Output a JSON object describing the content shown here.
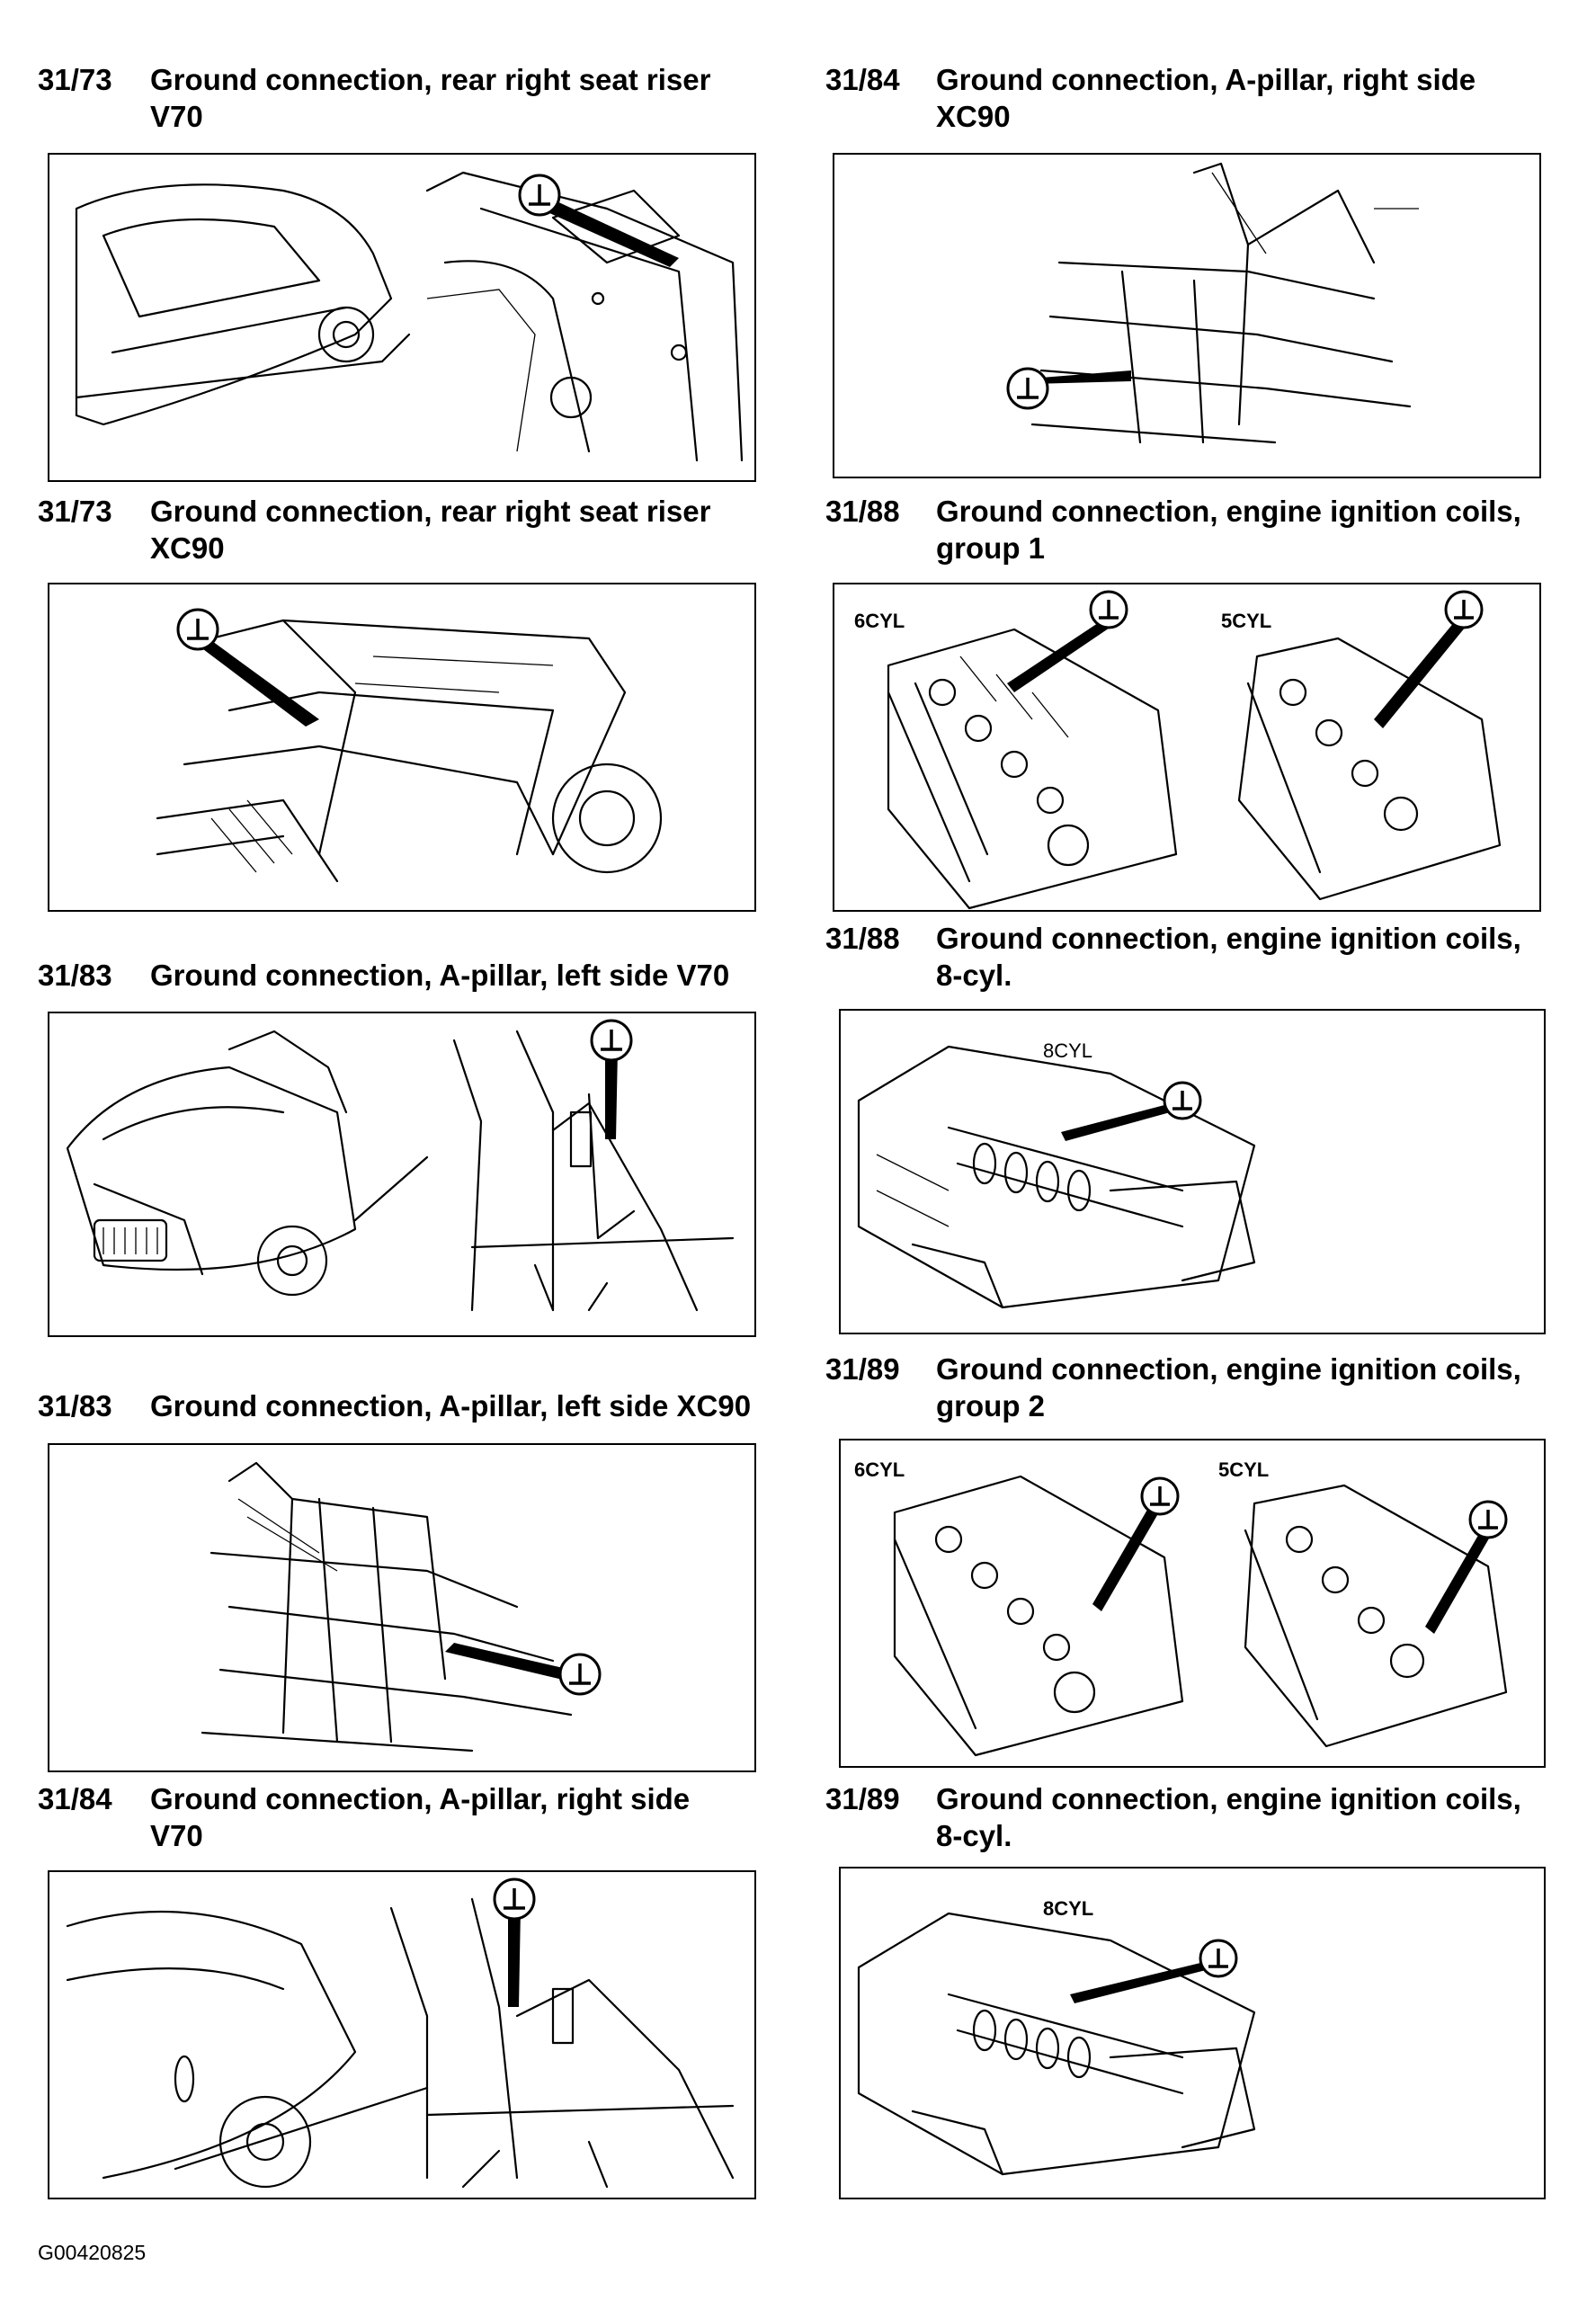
{
  "entries": [
    {
      "code": "31/73",
      "title": "Ground connection, rear right seat riser\nV70",
      "labels": []
    },
    {
      "code": "31/73",
      "title": "Ground connection, rear right seat riser\nXC90",
      "labels": []
    },
    {
      "code": "31/83",
      "title": "Ground connection, A-pillar, left side V70",
      "labels": []
    },
    {
      "code": "31/83",
      "title": "Ground connection, A-pillar, left side XC90",
      "labels": []
    },
    {
      "code": "31/84",
      "title": "Ground connection, A-pillar, right side\nV70",
      "labels": []
    },
    {
      "code": "31/84",
      "title": "Ground connection, A-pillar, right side\nXC90",
      "labels": []
    },
    {
      "code": "31/88",
      "title": "Ground connection, engine ignition coils,\ngroup 1",
      "labels": [
        "6CYL",
        "5CYL"
      ]
    },
    {
      "code": "31/88",
      "title": "Ground connection, engine ignition coils,\n8-cyl.",
      "labels": [
        "8CYL"
      ]
    },
    {
      "code": "31/89",
      "title": "Ground connection, engine ignition coils,\ngroup 2",
      "labels": [
        "6CYL",
        "5CYL"
      ]
    },
    {
      "code": "31/89",
      "title": "Ground connection, engine ignition coils,\n8-cyl.",
      "labels": [
        "8CYL"
      ]
    }
  ],
  "ground_symbol": "⊥",
  "figure_id": "G00420825"
}
